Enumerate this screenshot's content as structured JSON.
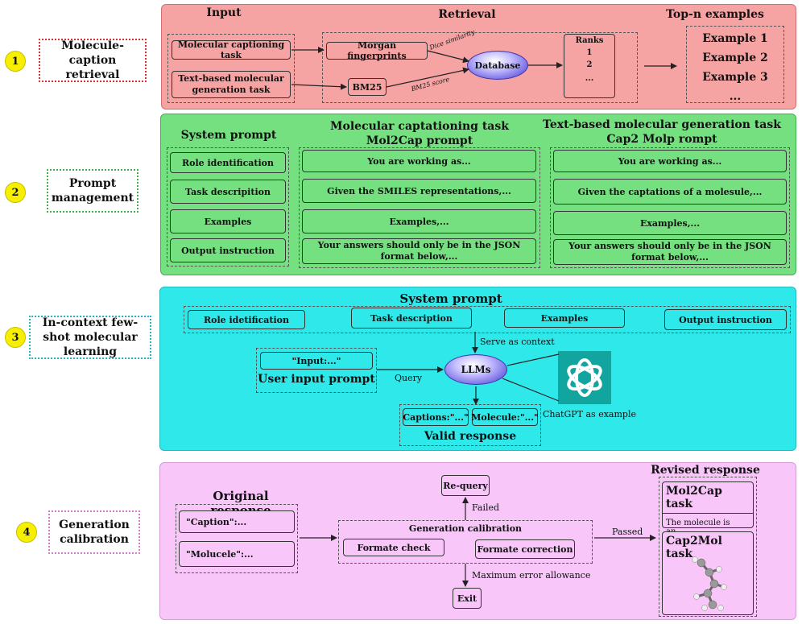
{
  "colors": {
    "step_circle": "#f6f000",
    "panel1": "#f6a3a3",
    "panel2": "#75e07f",
    "panel3": "#2fe8ea",
    "panel4": "#f8c6f8"
  },
  "steps": [
    {
      "number": "1",
      "label": "Molecule-caption retrieval"
    },
    {
      "number": "2",
      "label": "Prompt management"
    },
    {
      "number": "3",
      "label": "In-context few-shot molecular learning"
    },
    {
      "number": "4",
      "label": "Generation calibration"
    }
  ],
  "retrieval": {
    "input_heading": "Input",
    "retrieval_heading": "Retrieval",
    "topn_heading": "Top-n examples",
    "task1": "Molecular captioning task",
    "task2": "Text-based molecular generation task",
    "morgan": "Morgan fingerprints",
    "bm25": "BM25",
    "dice_label": "Dice similarity",
    "bm25_label": "BM25 score",
    "database": "Database",
    "ranks_title": "Ranks",
    "ranks": [
      "1",
      "2",
      "..."
    ],
    "examples": [
      "Example 1",
      "Example 2",
      "Example 3",
      "..."
    ]
  },
  "prompt": {
    "system_heading": "System prompt",
    "system_items": [
      "Role identification",
      "Task descripition",
      "Examples",
      "Output instruction"
    ],
    "mol2cap_heading1": "Molecular captationing task",
    "mol2cap_heading2": "Mol2Cap prompt",
    "mol2cap_items": [
      "You are working as...",
      "Given the SMILES representations,...",
      "Examples,...",
      "Your answers should only be in the JSON format below,..."
    ],
    "cap2mol_heading1": "Text-based molecular generation task",
    "cap2mol_heading2": "Cap2 Molp rompt",
    "cap2mol_items": [
      "You are working as...",
      "Given the captations of a molesule,...",
      "Examples,...",
      "Your answers should only be in the JSON format below,..."
    ]
  },
  "learning": {
    "system_heading": "System prompt",
    "items": [
      "Role idetification",
      "Task description",
      "Examples",
      "Output instruction"
    ],
    "serve_context": "Serve as context",
    "input_value": "\"Input:...\"",
    "user_prompt": "User input prompt",
    "query": "Query",
    "llms": "LLMs",
    "chatgpt": "ChatGPT as example",
    "captions_out": "Captions:\"...\"",
    "molecule_out": "Molecule:\"...\"",
    "valid": "Valid response"
  },
  "calibration": {
    "original_heading": "Original response",
    "caption_item": "\"Caption\":...",
    "molecule_item": "\"Molucele\":...",
    "requery": "Re-query",
    "failed": "Failed",
    "calib_heading": "Generation calibration",
    "format_check": "Formate check",
    "format_correction": "Formate correction",
    "max_error": "Maximum error allowance",
    "exit": "Exit",
    "passed": "Passed",
    "revised_heading": "Revised response",
    "mol2cap_task": "Mol2Cap task",
    "mol2cap_text": "The molecule is an...",
    "cap2mol_task": "Cap2Mol task"
  }
}
